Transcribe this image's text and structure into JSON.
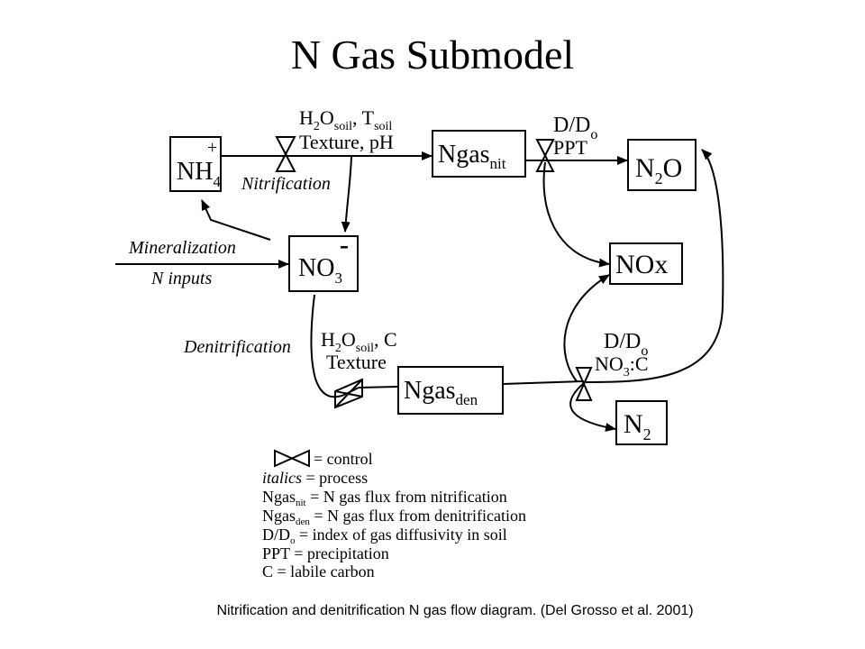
{
  "title": "N Gas Submodel",
  "caption": "Nitrification and denitrification N gas flow diagram.  (Del Grosso et al. 2001)",
  "nodes": {
    "nh4": {
      "base": "NH",
      "sub": "4",
      "sup": "+"
    },
    "no3": {
      "base": "NO",
      "sub": "3",
      "sup": "-"
    },
    "ngas_nit": {
      "base": "Ngas",
      "sub": "nit"
    },
    "ngas_den": {
      "base": "Ngas",
      "sub": "den"
    },
    "n2o": {
      "base1": "N",
      "sub": "2",
      "base2": "O"
    },
    "nox": {
      "label": "NOx"
    },
    "n2": {
      "base": "N",
      "sub": "2"
    }
  },
  "processes": {
    "nitrification": "Nitrification",
    "mineralization": "Mineralization",
    "n_inputs": "N inputs",
    "denitrification": "Denitrification"
  },
  "controls": {
    "nit_top": {
      "h2o": "H",
      "h2o_sub": "2",
      "o": "O",
      "o_sub": "soil",
      "sep": ",  T",
      "t_sub": "soil"
    },
    "nit_bottom": "Texture, pH",
    "den_top": {
      "h2o": "H",
      "h2o_sub": "2",
      "o": "O",
      "o_sub": "soil",
      "rest": ",  C"
    },
    "den_bottom": "Texture",
    "d_do_1": {
      "d": "D/D",
      "sub": "o"
    },
    "ppt": "PPT",
    "d_do_2": {
      "d": "D/D",
      "sub": "o"
    },
    "no3_c": {
      "no": "NO",
      "sub": "3",
      "rest": ":C"
    }
  },
  "legend": {
    "control": "= control",
    "italics_word": "italics",
    "italics_rest": " = process",
    "ngas_nit": {
      "base": "Ngas",
      "sub": "nit",
      "rest": " = N gas flux from nitrification"
    },
    "ngas_den": {
      "base": "Ngas",
      "sub": "den",
      "rest": " = N gas flux from denitrification"
    },
    "d_do": {
      "base": "D/D",
      "sub": "o",
      "rest": " = index of gas diffusivity in soil"
    },
    "ppt": "PPT = precipitation",
    "c": "C = labile carbon"
  }
}
